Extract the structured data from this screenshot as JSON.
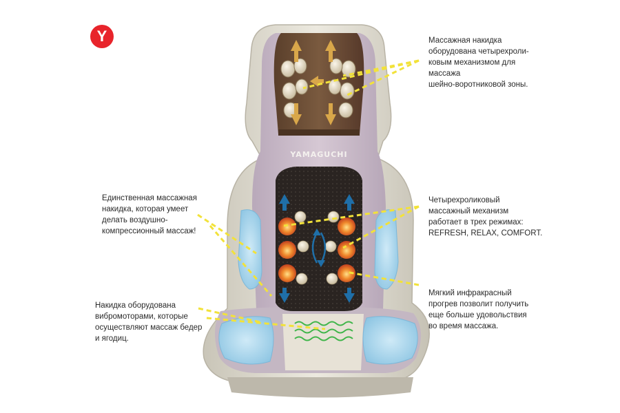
{
  "brand": {
    "logo_letter": "Y",
    "logo_color": "#e8242b",
    "product_label": "YAMAGUCHI"
  },
  "callouts": {
    "neck": "Массажная накидка\nоборудована четырехроли-\nковым механизмом для\nмассажа\nшейно-воротниковой зоны.",
    "air": "Единственная массажная\nнакидка, которая умеет\nделать воздушно-\nкомпрессионный массаж!",
    "modes": "Четырехроликовый\nмассажный механизм\nработает в трех режимах:\nREFRESH, RELAX, COMFORT.",
    "vibro": "Накидка оборудована\nвибромоторами, которые\nосуществляют массаж бедер\nи ягодиц.",
    "heat": "Мягкий инфракрасный\nпрогрев позволит получить\nеще больше удовольствия\nво время массажа."
  },
  "colors": {
    "leader_line": "#f2e23a",
    "frame": "#d8d4c8",
    "cover": "#c9b9c8",
    "neck_panel": "#6b4d36",
    "back_panel": "#2b2522",
    "air_pad": "#a9d6ee",
    "heat_roller": "#e4572a",
    "arrow_neck": "#d9a74a",
    "arrow_back": "#1f6fa8",
    "vibro_wave": "#3fb54a"
  }
}
